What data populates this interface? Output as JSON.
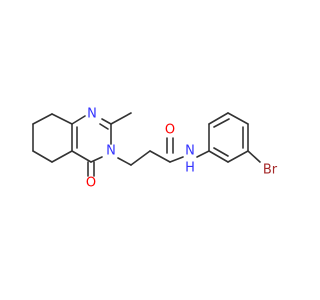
{
  "molecule": {
    "atoms": {
      "n1": {
        "symbol": "N",
        "color": "#3333ff"
      },
      "n3": {
        "symbol": "N",
        "color": "#3333ff"
      },
      "n_amide": {
        "symbol": "N",
        "color": "#3333ff"
      },
      "h_amide": {
        "symbol": "H",
        "color": "#3333ff"
      },
      "o_ring": {
        "symbol": "O",
        "color": "#ff0000"
      },
      "o_amide": {
        "symbol": "O",
        "color": "#ff0000"
      },
      "br": {
        "symbol": "Br",
        "color": "#a52a2a"
      }
    },
    "colors": {
      "bond": "#333333",
      "carbon": "#333333",
      "nitrogen": "#3333ff",
      "oxygen": "#ff0000",
      "bromine": "#a52a2a",
      "background": "#ffffff"
    }
  }
}
